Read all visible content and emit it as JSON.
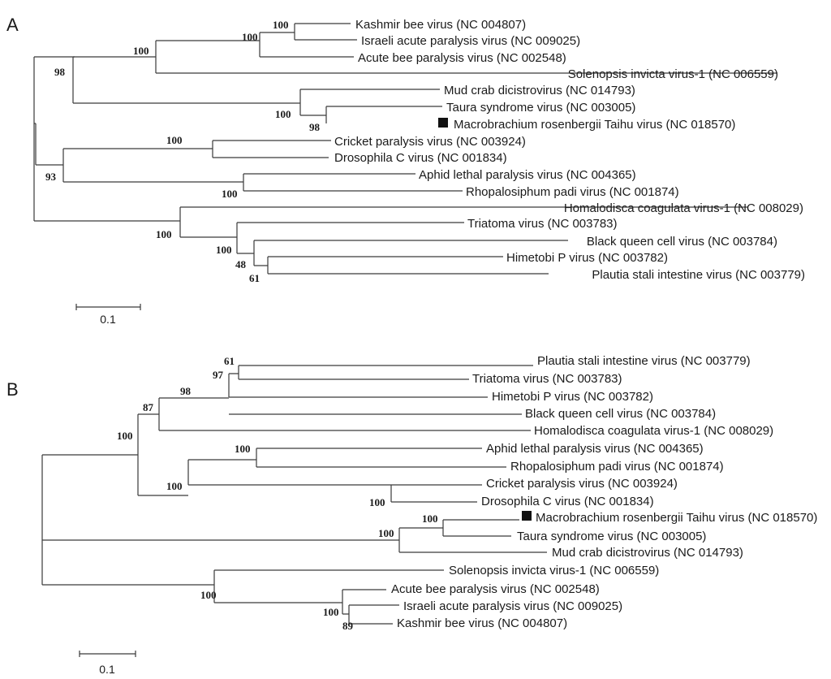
{
  "panels": [
    {
      "label": "A",
      "scale_label": "0.1",
      "tips": [
        {
          "id": "a_kbv",
          "text": "Kashmir bee virus (NC 004807)"
        },
        {
          "id": "a_iapv",
          "text": "Israeli acute paralysis virus (NC 009025)"
        },
        {
          "id": "a_abpv",
          "text": "Acute bee paralysis virus (NC 002548)"
        },
        {
          "id": "a_siv",
          "text": "Solenopsis invicta virus-1 (NC 006559)"
        },
        {
          "id": "a_mcd",
          "text": "Mud crab dicistrovirus (NC 014793)"
        },
        {
          "id": "a_tsv",
          "text": "Taura syndrome virus (NC 003005)"
        },
        {
          "id": "a_mrtv",
          "text": "Macrobrachium rosenbergii Taihu virus (NC 018570)",
          "marked": true
        },
        {
          "id": "a_crpv",
          "text": "Cricket paralysis virus (NC 003924)"
        },
        {
          "id": "a_dcv",
          "text": "Drosophila C virus (NC 001834)"
        },
        {
          "id": "a_alpv",
          "text": "Aphid lethal paralysis virus (NC 004365)"
        },
        {
          "id": "a_rpv",
          "text": "Rhopalosiphum padi virus (NC 001874)"
        },
        {
          "id": "a_hcv",
          "text": "Homalodisca coagulata virus-1 (NC 008029)"
        },
        {
          "id": "a_trv",
          "text": "Triatoma virus (NC 003783)"
        },
        {
          "id": "a_bqcv",
          "text": "Black queen cell virus (NC 003784)"
        },
        {
          "id": "a_hipv",
          "text": "Himetobi P virus (NC 003782)"
        },
        {
          "id": "a_psiv",
          "text": "Plautia stali intestine virus (NC 003779)"
        }
      ],
      "bootstrap": [
        {
          "id": "a_b1",
          "text": "100"
        },
        {
          "id": "a_b2",
          "text": "100"
        },
        {
          "id": "a_b3",
          "text": "100"
        },
        {
          "id": "a_b4",
          "text": "98"
        },
        {
          "id": "a_b5",
          "text": "100"
        },
        {
          "id": "a_b6",
          "text": "98"
        },
        {
          "id": "a_b7",
          "text": "100"
        },
        {
          "id": "a_b8",
          "text": "93"
        },
        {
          "id": "a_b9",
          "text": "100"
        },
        {
          "id": "a_b10",
          "text": "100"
        },
        {
          "id": "a_b11",
          "text": "100"
        },
        {
          "id": "a_b12",
          "text": "48"
        },
        {
          "id": "a_b13",
          "text": "61"
        }
      ]
    },
    {
      "label": "B",
      "scale_label": "0.1",
      "tips": [
        {
          "id": "b_psiv",
          "text": "Plautia stali intestine virus (NC 003779)"
        },
        {
          "id": "b_trv",
          "text": "Triatoma virus (NC 003783)"
        },
        {
          "id": "b_hipv",
          "text": "Himetobi P virus (NC 003782)"
        },
        {
          "id": "b_bqcv",
          "text": "Black queen cell virus (NC 003784)"
        },
        {
          "id": "b_hcv",
          "text": "Homalodisca coagulata virus-1 (NC 008029)"
        },
        {
          "id": "b_alpv",
          "text": "Aphid lethal paralysis virus (NC 004365)"
        },
        {
          "id": "b_rpv",
          "text": "Rhopalosiphum padi virus (NC 001874)"
        },
        {
          "id": "b_crpv",
          "text": "Cricket paralysis virus (NC 003924)"
        },
        {
          "id": "b_dcv",
          "text": "Drosophila C virus (NC 001834)"
        },
        {
          "id": "b_mrtv",
          "text": "Macrobrachium rosenbergii Taihu virus (NC 018570)",
          "marked": true
        },
        {
          "id": "b_tsv",
          "text": "Taura syndrome virus (NC 003005)"
        },
        {
          "id": "b_mcd",
          "text": "Mud crab dicistrovirus (NC 014793)"
        },
        {
          "id": "b_siv",
          "text": "Solenopsis invicta virus-1 (NC 006559)"
        },
        {
          "id": "b_abpv",
          "text": "Acute bee paralysis virus (NC 002548)"
        },
        {
          "id": "b_iapv",
          "text": "Israeli acute paralysis virus (NC 009025)"
        },
        {
          "id": "b_kbv",
          "text": "Kashmir bee virus (NC 004807)"
        }
      ],
      "bootstrap": [
        {
          "id": "b_b1",
          "text": "61"
        },
        {
          "id": "b_b2",
          "text": "97"
        },
        {
          "id": "b_b3",
          "text": "98"
        },
        {
          "id": "b_b4",
          "text": "87"
        },
        {
          "id": "b_b5",
          "text": "100"
        },
        {
          "id": "b_b6",
          "text": "100"
        },
        {
          "id": "b_b7",
          "text": "100"
        },
        {
          "id": "b_b8",
          "text": "100"
        },
        {
          "id": "b_b9",
          "text": "100"
        },
        {
          "id": "b_b10",
          "text": "100"
        },
        {
          "id": "b_b11",
          "text": "100"
        },
        {
          "id": "b_b12",
          "text": "100"
        },
        {
          "id": "b_b13",
          "text": "89"
        }
      ]
    }
  ]
}
